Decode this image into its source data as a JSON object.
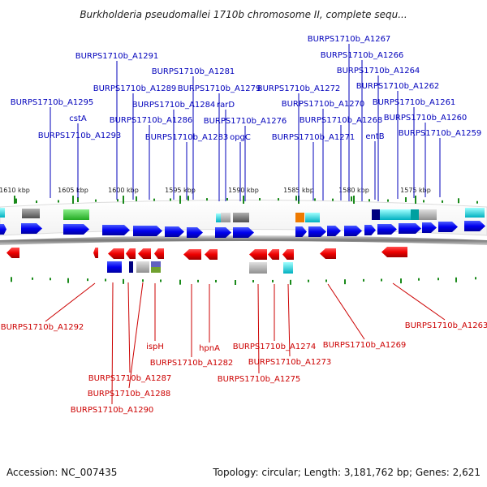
{
  "title": "Burkholderia pseudomallei 1710b chromosome II, complete sequ...",
  "footer": {
    "accession": "Accession: NC_007435",
    "summary": "Topology: circular; Length: 3,181,762 bp; Genes: 2,621"
  },
  "scale": [
    "1610 kbp",
    "1605 kbp",
    "1600 kbp",
    "1595 kbp",
    "1590 kbp",
    "1585 kbp",
    "1580 kbp",
    "1575 kbp"
  ],
  "colors": {
    "forward": "#0000ee",
    "reverse": "#ee0000",
    "forward_label": "#0000bb",
    "reverse_label": "#cc0000",
    "tick": "#1a8a1a",
    "cyan": "#10c8d0",
    "grey": "#a8a8a8",
    "green": "#33bb33"
  },
  "forward_labels": [
    "BURPS1710b_A1267",
    "BURPS1710b_A1266",
    "BURPS1710b_A1291",
    "BURPS1710b_A1264",
    "BURPS1710b_A1281",
    "BURPS1710b_A1262",
    "BURPS1710b_A1289",
    "BURPS1710b_A1279",
    "BURPS1710b_A1272",
    "BURPS1710b_A1295",
    "rarD",
    "BURPS1710b_A1261",
    "BURPS1710b_A1284",
    "BURPS1710b_A1270",
    "BURPS1710b_A1260",
    "cstA",
    "BURPS1710b_A1286",
    "BURPS1710b_A1276",
    "BURPS1710b_A1268",
    "BURPS1710b_A1259",
    "BURPS1710b_A1293",
    "BURPS1710b_A1283",
    "opgC",
    "BURPS1710b_A1271",
    "entB"
  ],
  "reverse_labels": [
    "BURPS1710b_A1292",
    "BURPS1710b_A1263",
    "ispH",
    "hpnA",
    "BURPS1710b_A1274",
    "BURPS1710b_A1269",
    "BURPS1710b_A1282",
    "BURPS1710b_A1273",
    "BURPS1710b_A1287",
    "BURPS1710b_A1275",
    "BURPS1710b_A1288",
    "BURPS1710b_A1290"
  ]
}
